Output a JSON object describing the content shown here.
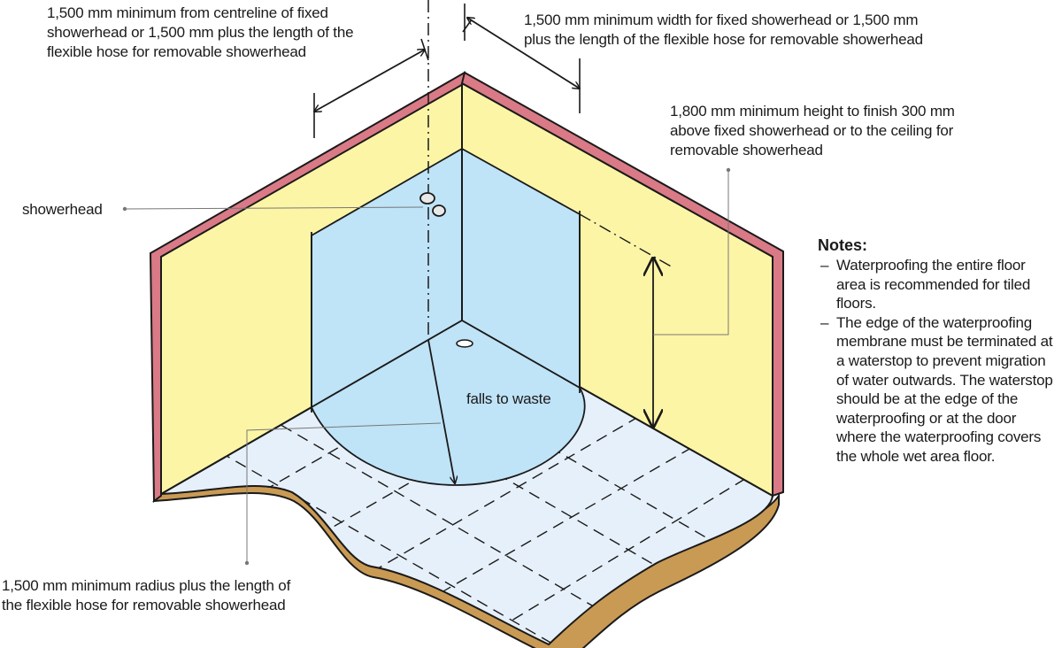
{
  "labels": {
    "centreline": "1,500 mm minimum from centreline of fixed\nshowerhead or 1,500 mm plus the length of the\nflexible hose for removable showerhead",
    "width": "1,500 mm minimum width for fixed showerhead or 1,500 mm\nplus the length of the flexible hose for removable showerhead",
    "height": "1,800 mm minimum height to finish 300 mm\nabove fixed showerhead or to the ceiling for\nremovable showerhead",
    "showerhead": "showerhead",
    "falls": "falls to waste",
    "radius": "1,500 mm minimum radius plus the length of\nthe flexible hose for removable showerhead"
  },
  "notes": {
    "title": "Notes:",
    "bullet": "–",
    "items": [
      "Waterproofing the entire floor area is recommended for tiled floors.",
      "The edge of the waterproofing membrane must be terminated at a waterstop to prevent migration of water outwards. The waterstop should be at the edge of the waterproofing or at the door where the waterproofing covers the whole wet area floor."
    ]
  },
  "colors": {
    "wall": "#fdf5a6",
    "wall_top": "#d97a86",
    "wet_area": "#bfe3f7",
    "floor": "#e6f0fa",
    "slab": "#c99a54",
    "ink": "#1a1a1a"
  }
}
